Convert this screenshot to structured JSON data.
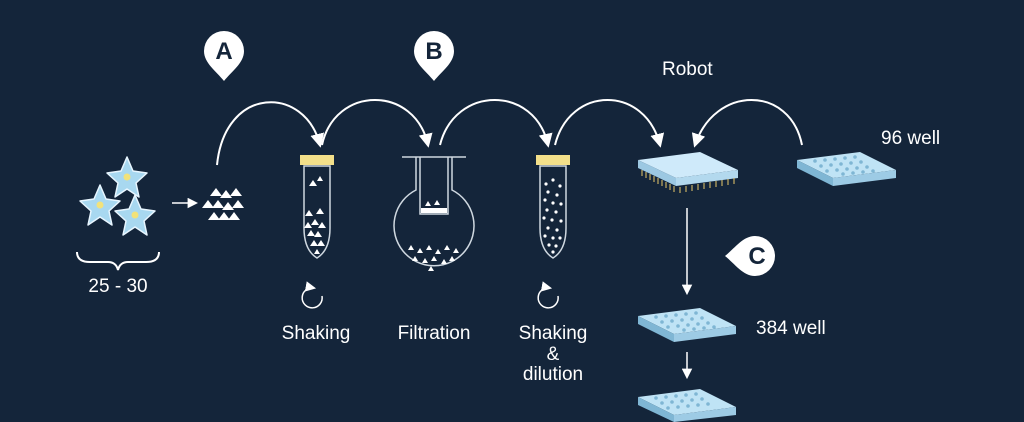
{
  "colors": {
    "background": "#14253a",
    "plate": "#bfe3f5",
    "plate_side": "#7fb6d4",
    "flower": "#a8d8f0",
    "flower_center": "#f2e27a",
    "cap": "#f3e08a",
    "arrow": "#ffffff"
  },
  "markers": {
    "a": "A",
    "b": "B",
    "c": "C"
  },
  "labels": {
    "flower_count": "25 - 30",
    "shaking_1": "Shaking",
    "filtration": "Filtration",
    "shaking_2_line1": "Shaking",
    "shaking_2_line2": "&",
    "shaking_2_line3": "dilution",
    "robot": "Robot",
    "well_96": "96 well",
    "well_384": "384 well"
  },
  "icons": {
    "flowers": "star-flower-icon",
    "fragments": "triangle-fragments-icon",
    "tube": "centrifuge-tube-icon",
    "flask": "round-flask-filter-icon",
    "rotate": "rotate-arrow-icon",
    "robot_plate": "pin-tool-plate-icon",
    "well_plate": "well-plate-icon",
    "pin": "map-pin-icon"
  }
}
